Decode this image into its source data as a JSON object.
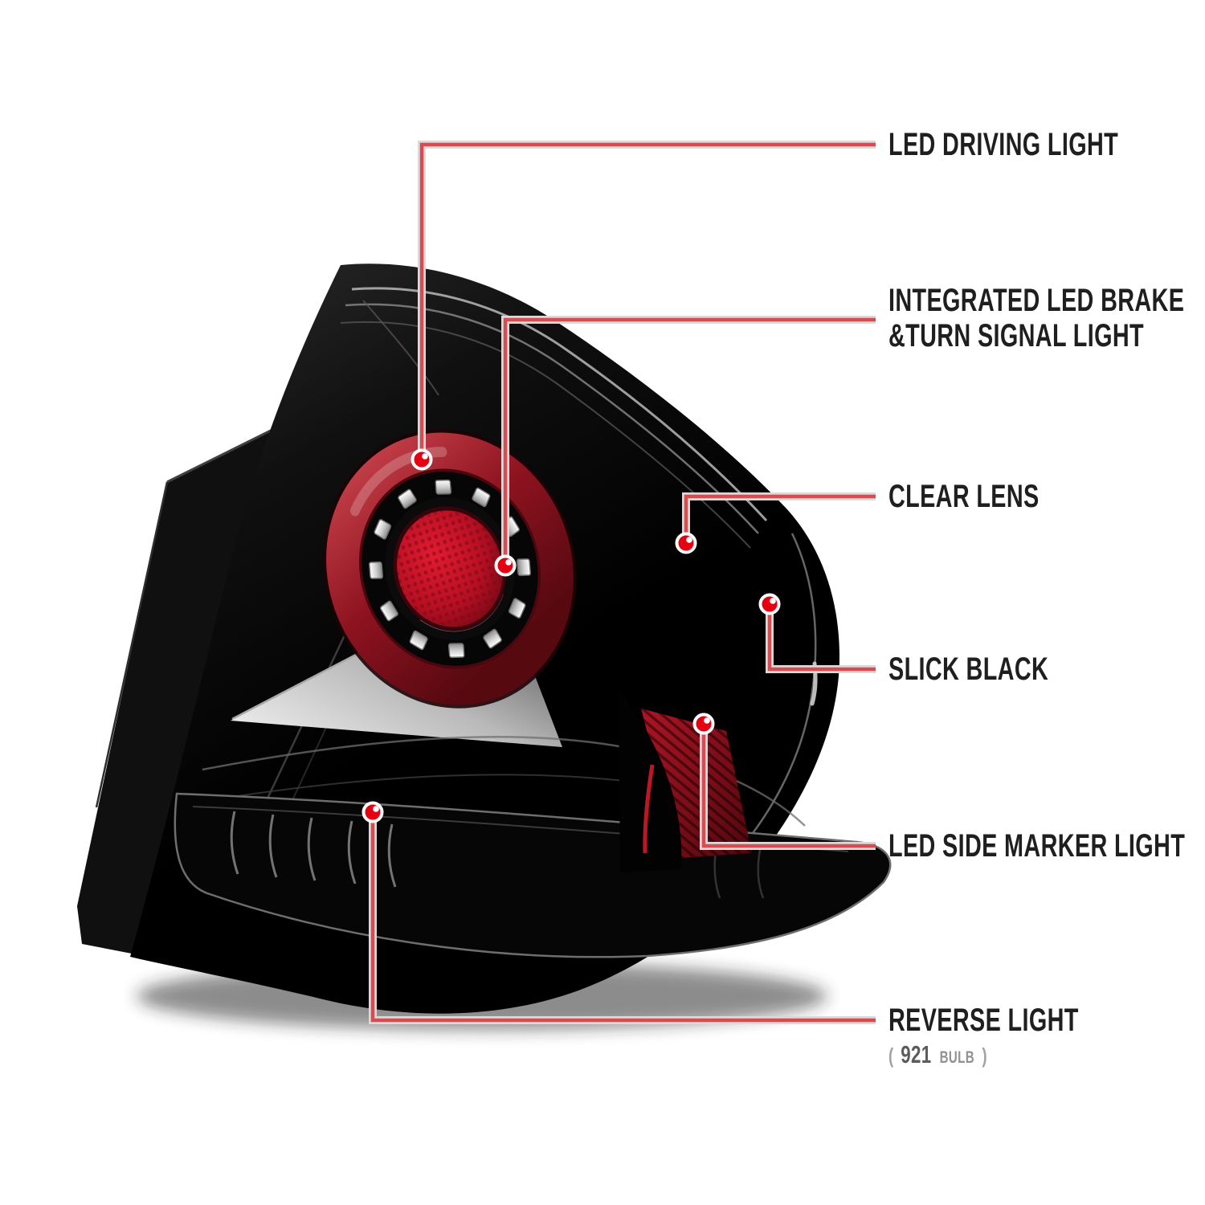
{
  "page": {
    "background": "#ffffff",
    "subject": "LED tail light assembly callout diagram"
  },
  "diagram": {
    "callouts": [
      {
        "id": "led-driving-light",
        "label": "LED DRIVING LIGHT"
      },
      {
        "id": "integrated-led-brake-turn-signal",
        "label_line1": "INTEGRATED LED BRAKE",
        "label_line2": "&TURN SIGNAL LIGHT"
      },
      {
        "id": "clear-lens",
        "label": "CLEAR LENS"
      },
      {
        "id": "slick-black",
        "label": "SLICK BLACK"
      },
      {
        "id": "led-side-marker-light",
        "label": "LED SIDE MARKER LIGHT"
      },
      {
        "id": "reverse-light",
        "label": "REVERSE LIGHT",
        "sub_open": "(",
        "sub_bulb": "921",
        "sub_word": "BULB",
        "sub_close": ")"
      }
    ],
    "colors": {
      "callout_line": "#d94b50",
      "callout_line_casing": "#dadada",
      "callout_dot": "#e60112",
      "label_text": "#1f1f1f",
      "label_subtext": "#929292",
      "body_black": "#060606",
      "ring_red": "#8e1320",
      "reflector_red": "#c81527",
      "led_chrome": "#d8d8d8"
    }
  }
}
